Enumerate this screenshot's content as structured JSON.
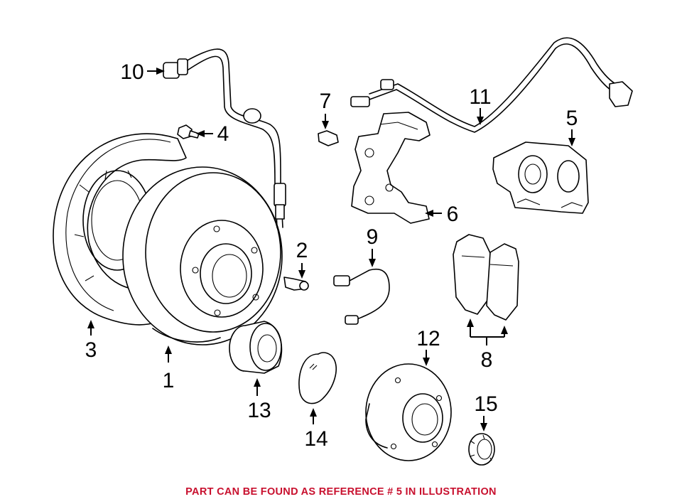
{
  "callouts": {
    "c1": "1",
    "c2": "2",
    "c3": "3",
    "c4": "4",
    "c5": "5",
    "c6": "6",
    "c7": "7",
    "c8": "8",
    "c9": "9",
    "c10": "10",
    "c11": "11",
    "c12": "12",
    "c13": "13",
    "c14": "14",
    "c15": "15"
  },
  "caption": {
    "text": "PART CAN BE FOUND AS REFERENCE # 5 IN ILLUSTRATION",
    "color": "#c8102e"
  },
  "highlight_reference": "5"
}
